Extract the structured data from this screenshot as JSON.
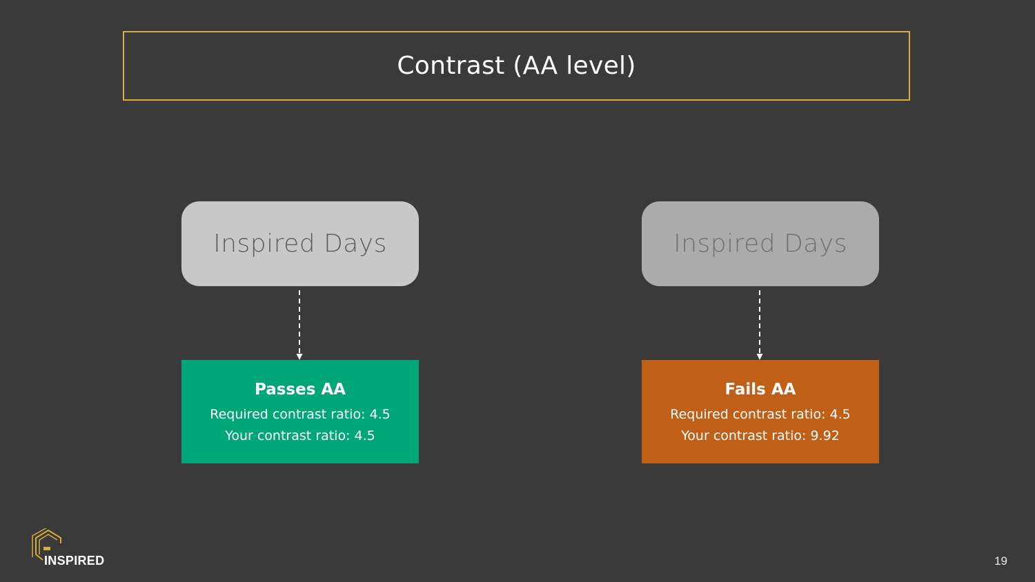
{
  "title": "Contrast (AA level)",
  "left": {
    "sample_text": "Inspired Days",
    "result": {
      "heading": "Passes AA",
      "required": "Required contrast ratio: 4.5",
      "yours": "Your contrast ratio: 4.5"
    }
  },
  "right": {
    "sample_text": "Inspired Days",
    "result": {
      "heading": "Fails AA",
      "required": "Required contrast ratio: 4.5",
      "yours": "Your contrast ratio: 9.92"
    }
  },
  "logo": {
    "text": "INSPIRED",
    "icon": "inspired-house-logo-icon"
  },
  "page_number": "19",
  "colors": {
    "background": "#3a3a3a",
    "title_border": "#d9ad3c",
    "pass": "#00a678",
    "fail": "#c05f17",
    "sample_left_bg": "#c8c8c8",
    "sample_right_bg": "#ababab"
  }
}
